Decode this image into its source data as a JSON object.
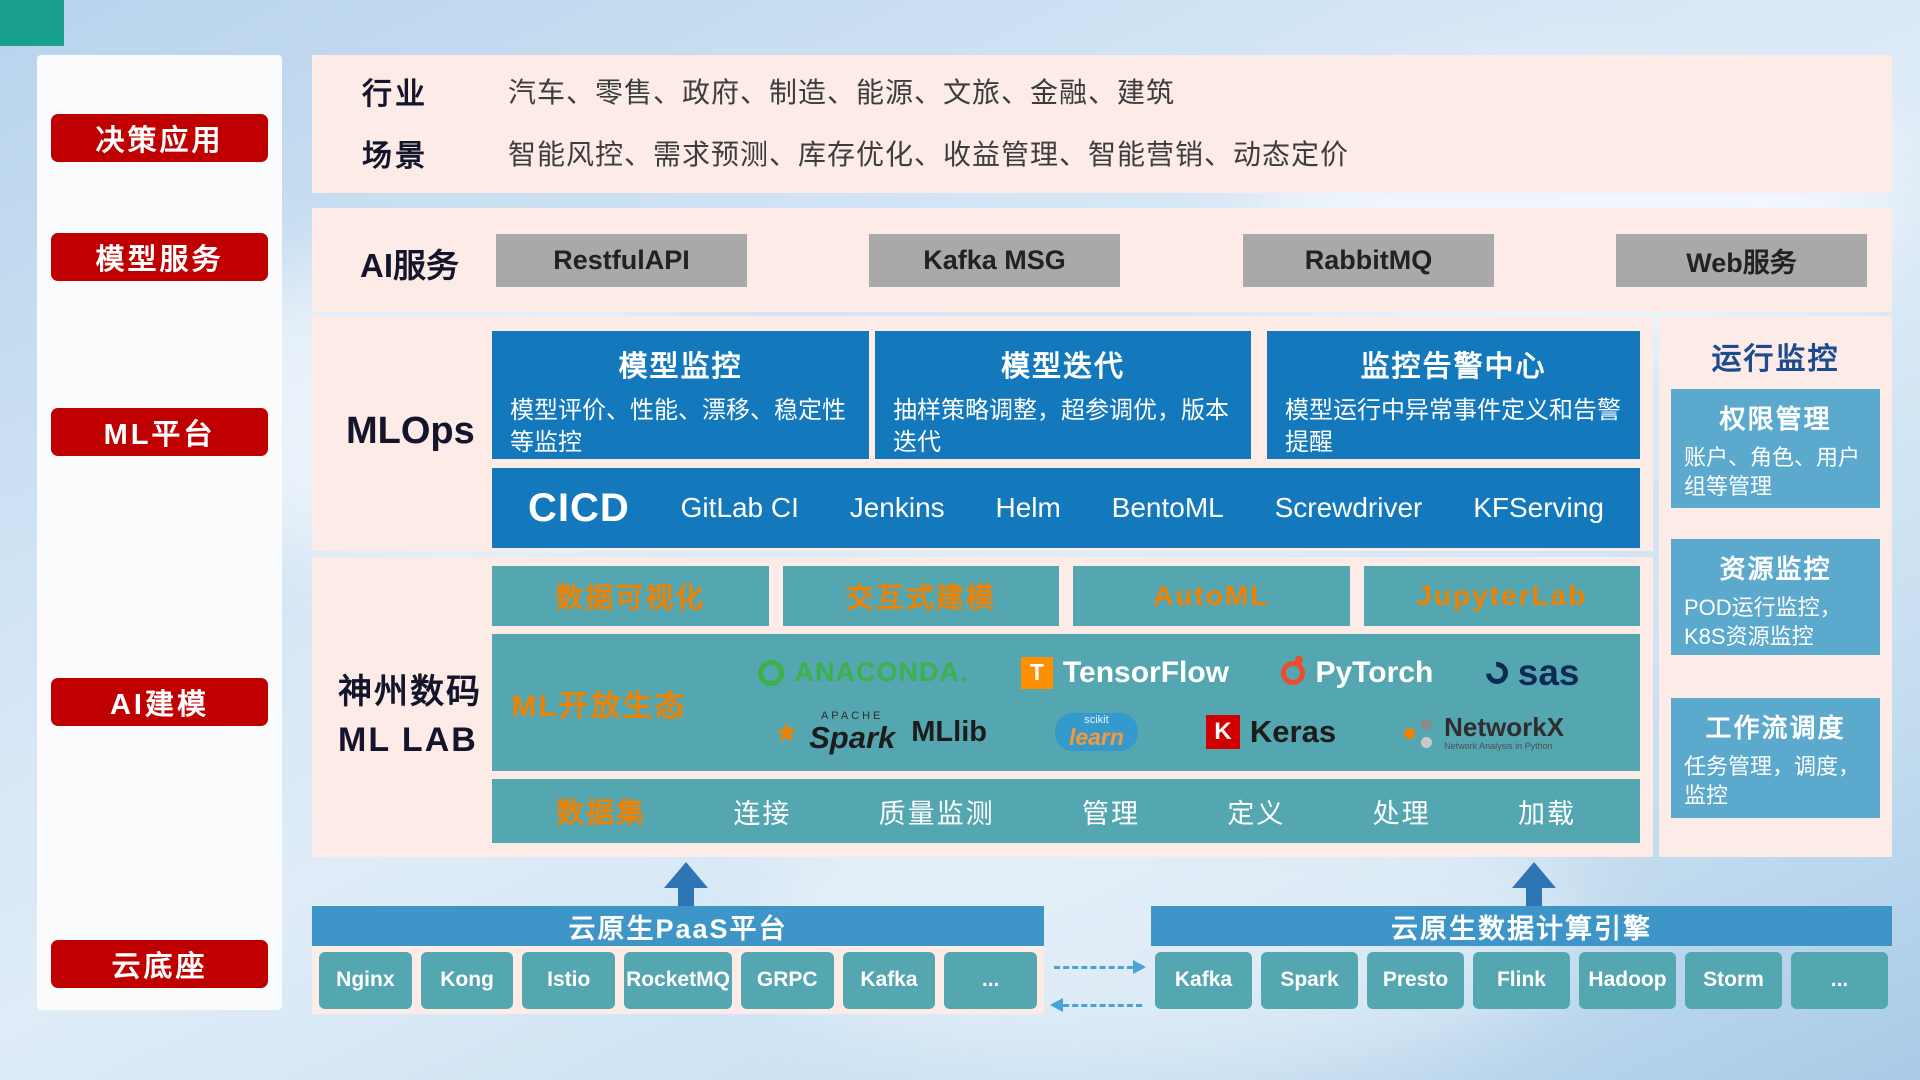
{
  "colors": {
    "badge_red": "#c00000",
    "panel_pink": "#fcebe7",
    "primary_blue": "#1478bd",
    "teal": "#54a6b1",
    "monitor_card_blue": "#5ba9cc",
    "bottom_bar_blue": "#3e96c8",
    "accent_orange": "#ef8200"
  },
  "sidebar": {
    "items": [
      {
        "label": "决策应用"
      },
      {
        "label": "模型服务"
      },
      {
        "label": "ML平台"
      },
      {
        "label": "AI建模"
      },
      {
        "label": "云底座"
      }
    ]
  },
  "industry": {
    "rows": [
      {
        "label": "行业",
        "text": "汽车、零售、政府、制造、能源、文旅、金融、建筑"
      },
      {
        "label": "场景",
        "text": "智能风控、需求预测、库存优化、收益管理、智能营销、动态定价"
      }
    ]
  },
  "ai_service": {
    "label": "AI服务",
    "buttons": [
      "RestfulAPI",
      "Kafka MSG",
      "RabbitMQ",
      "Web服务"
    ]
  },
  "mlops": {
    "label": "MLOps",
    "cards": [
      {
        "title": "模型监控",
        "desc": "模型评价、性能、漂移、稳定性等监控"
      },
      {
        "title": "模型迭代",
        "desc": "抽样策略调整，超参调优，版本迭代"
      },
      {
        "title": "监控告警中心",
        "desc": "模型运行中异常事件定义和告警提醒"
      }
    ],
    "cicd": {
      "label": "CICD",
      "items": [
        "GitLab CI",
        "Jenkins",
        "Helm",
        "BentoML",
        "Screwdriver",
        "KFServing"
      ]
    }
  },
  "mllab": {
    "label_line1": "神州数码",
    "label_line2": "ML LAB",
    "tools": [
      "数据可视化",
      "交互式建模",
      "AutoML",
      "JupyterLab"
    ],
    "ecosystem": {
      "label": "ML开放生态",
      "logos": [
        {
          "name": "anaconda",
          "text": "ANACONDA."
        },
        {
          "name": "tensorflow",
          "icon_letter": "T",
          "text": "TensorFlow"
        },
        {
          "name": "pytorch",
          "text": "PyTorch"
        },
        {
          "name": "sas",
          "text": "sas"
        },
        {
          "name": "spark",
          "brand": "APACHE",
          "text": "Spark"
        },
        {
          "name": "mllib",
          "text": "MLlib"
        },
        {
          "name": "scikit-learn",
          "brand": "scikit",
          "text": "learn"
        },
        {
          "name": "keras",
          "icon_letter": "K",
          "text": "Keras"
        },
        {
          "name": "networkx",
          "text": "NetworkX",
          "subtitle": "Network Analysis in Python"
        }
      ]
    },
    "dataset": {
      "label": "数据集",
      "items": [
        "连接",
        "质量监测",
        "管理",
        "定义",
        "处理",
        "加载"
      ]
    }
  },
  "monitor": {
    "title": "运行监控",
    "cards": [
      {
        "title": "权限管理",
        "desc": "账户、角色、用户组等管理"
      },
      {
        "title": "资源监控",
        "desc": "POD运行监控，K8S资源监控"
      },
      {
        "title": "工作流调度",
        "desc": "任务管理，调度，监控"
      }
    ]
  },
  "foundation": {
    "paas": {
      "title": "云原生PaaS平台",
      "items": [
        "Nginx",
        "Kong",
        "Istio",
        "RocketMQ",
        "GRPC",
        "Kafka",
        "..."
      ]
    },
    "engine": {
      "title": "云原生数据计算引擎",
      "items": [
        "Kafka",
        "Spark",
        "Presto",
        "Flink",
        "Hadoop",
        "Storm",
        "..."
      ]
    }
  }
}
